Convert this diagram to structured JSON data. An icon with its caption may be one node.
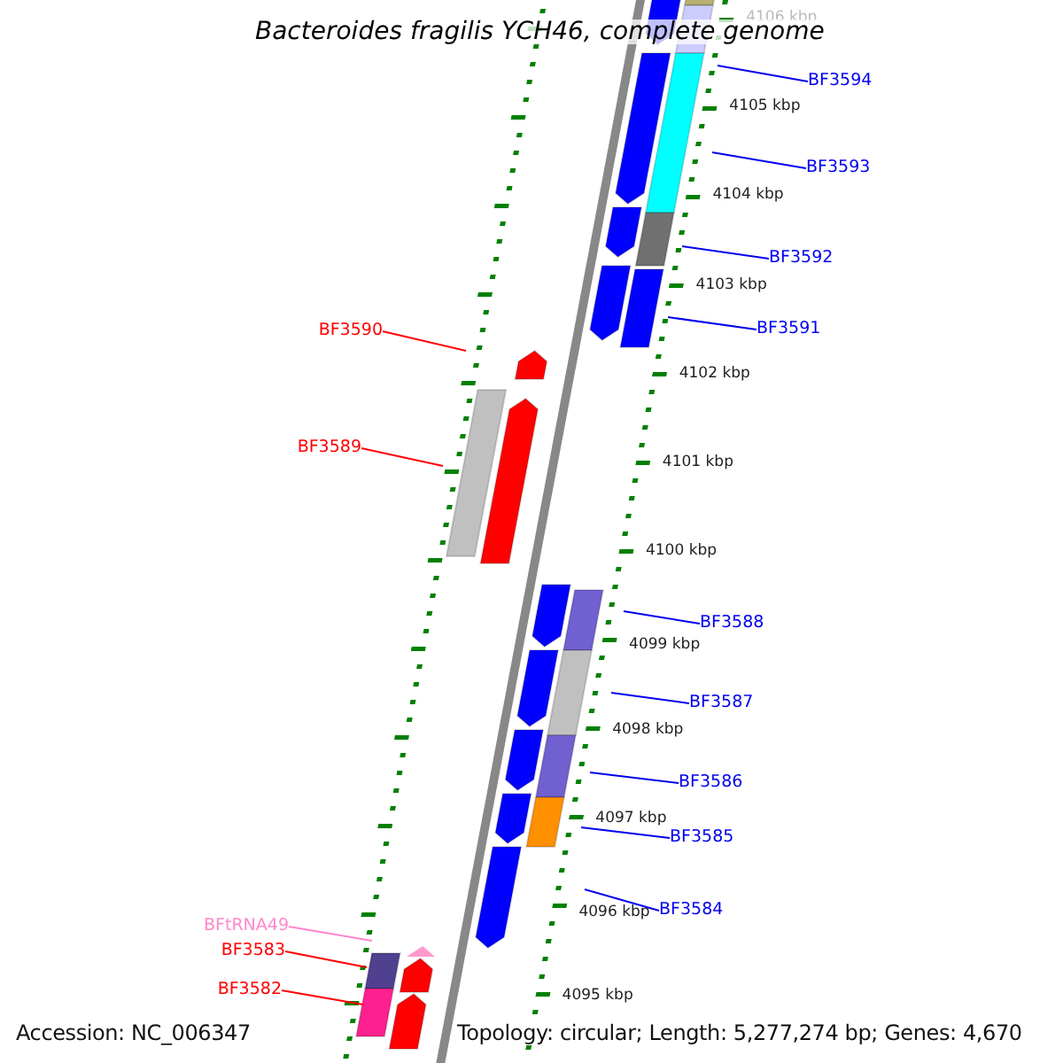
{
  "diagram": {
    "title": "Bacteroides fragilis YCH46, complete genome",
    "nodes": [
      {
        "text": [
          "BF3594"
        ]
      },
      {
        "text": [
          "BF3593"
        ]
      },
      {
        "text": [
          "BF3592"
        ]
      },
      {
        "text": [
          "BF3591"
        ]
      },
      {
        "text": [
          "BF3590"
        ]
      },
      {
        "text": [
          "BF3589"
        ]
      },
      {
        "text": [
          "BF3588"
        ]
      },
      {
        "text": [
          "BF3587"
        ]
      },
      {
        "text": [
          "BF3586"
        ]
      },
      {
        "text": [
          "BF3585"
        ]
      },
      {
        "text": [
          "BF3584"
        ]
      },
      {
        "text": [
          "BFtRNA49"
        ]
      },
      {
        "text": [
          "BF3583"
        ]
      },
      {
        "text": [
          "BF3582"
        ]
      }
    ],
    "edges": [
      {
        "from": 0,
        "to": null,
        "arrow": "none"
      },
      {
        "from": 1,
        "to": null,
        "arrow": "none"
      },
      {
        "from": 2,
        "to": null,
        "arrow": "none"
      },
      {
        "from": 3,
        "to": null,
        "arrow": "none"
      },
      {
        "from": 4,
        "to": null,
        "arrow": "none",
        "color": "#ff0000"
      },
      {
        "from": 5,
        "to": null,
        "arrow": "none",
        "color": "#ff0000"
      },
      {
        "from": 6,
        "to": null,
        "arrow": "none"
      },
      {
        "from": 7,
        "to": null,
        "arrow": "none"
      },
      {
        "from": 8,
        "to": null,
        "arrow": "none"
      },
      {
        "from": 9,
        "to": null,
        "arrow": "none"
      },
      {
        "from": 10,
        "to": null,
        "arrow": "none"
      },
      {
        "from": 11,
        "to": null,
        "arrow": "none",
        "color": "#ff88cc"
      },
      {
        "from": 12,
        "to": null,
        "arrow": "none",
        "color": "#ff0000"
      },
      {
        "from": 13,
        "to": null,
        "arrow": "none",
        "color": "#ff0000"
      }
    ],
    "labels": [
      "4106 kbp",
      "4105 kbp",
      "4104 kbp",
      "4103 kbp",
      "4102 kbp",
      "4101 kbp",
      "4100 kbp",
      "4099 kbp",
      "4098 kbp",
      "4097 kbp",
      "4096 kbp",
      "4095 kbp",
      "Accession: NC_006347",
      "Topology: circular; Length: 5,277,274 bp; Genes: 4,670"
    ]
  }
}
